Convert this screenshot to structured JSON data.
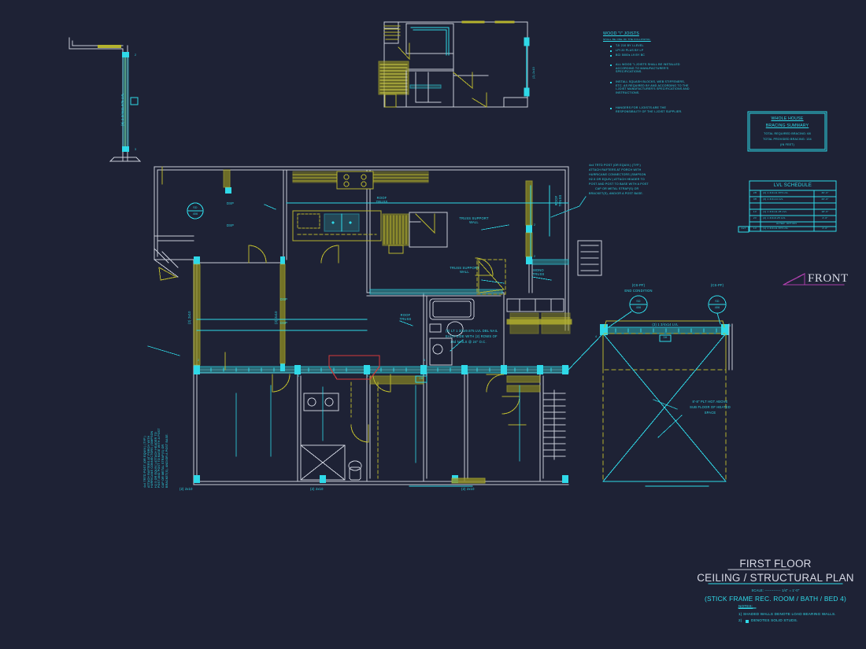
{
  "drawing": {
    "background_color": "#1e2235",
    "accent_cyan": "#2fd9e8",
    "accent_olive": "#b5b32e",
    "accent_white": "#c8ccd8",
    "accent_magenta": "#a83fa8",
    "accent_red": "#d63a3a"
  },
  "titleblock": {
    "line1": "FIRST FLOOR",
    "line2": "CEILING / STRUCTURAL PLAN",
    "scale": "SCALE: ------------- 1/4\" = 1'-0\"",
    "subtitle": "(STICK FRAME REC. ROOM / BATH / BED 4)",
    "notes_heading": "NOTES:",
    "note1": "1) SHADED WALLS DENOTE LOAD BEARING WALLS.",
    "note2_prefix": "2)",
    "note2": "DENOTES SOLID STUDS."
  },
  "front_marker": {
    "label": "FRONT"
  },
  "wood_i_joists": {
    "heading": "WOOD \"I\" JOISTS",
    "subheading": "SHALL BE ONE OF THE FOLLOWING:",
    "bullets": [
      "TJI 210 BY I-LEVEL",
      "LPI 20 PLUS BY LP",
      "BCI 5000s L9 BY BC"
    ],
    "paragraphs": [
      "ALL WOOD \"I-JOISTS SHALL BE INSTALLED ACCORDING TO MANUFACTURER'S SPECIFICATIONS.",
      "INSTALL SQUASH BLOCKS, WEB STIFFENERS, ETC. AS REQUIRED BY AND ACCORDING TO THE I-JOIST MANUFACTURER'S SPECIFICATIONS AND INSTRUCTIONS.",
      "HANGERS FOR I-JOISTS ARE THE RESPONSIBILITY OF THE I-JOIST SUPPLIER."
    ]
  },
  "bracing_summary": {
    "title_line1": "WHOLE HOUSE",
    "title_line2": "BRACING SUMMARY",
    "required": "TOTAL REQUIRED BRACING: 68",
    "provided": "TOTAL PROVIDED BRACING: 134",
    "units": "(IN FEET)"
  },
  "lvl_schedule": {
    "title": "LVL SCHEDULE",
    "rows": [
      {
        "mark": "2H",
        "size": "(2) 1 3/4x11.875 LVL",
        "length": "30'-0\""
      },
      {
        "mark": "3H",
        "size": "(3) 1 3/4x14 LVL",
        "length": "20'-0\""
      },
      {
        "mark": "",
        "size": "",
        "length": ""
      },
      {
        "mark": "1V",
        "size": "(1) 1 3/4x11.25 LVL",
        "length": "18'-0\""
      },
      {
        "mark": "2V",
        "size": "(2) 1 3/4x9.25 LVL",
        "length": "4'-0\""
      },
      {
        "mark": "",
        "size": "ALTER. OPTION",
        "length": ""
      },
      {
        "mark": "1V",
        "size": "(1) 1 3/4x11.875 LVL",
        "length": "4'-0\""
      }
    ],
    "alt_tag": "ALT"
  },
  "annotations": {
    "post_note": [
      "4x4 TRTD POST (OR EQUIV.) (TYP.)",
      "ATTACH RAFTERS AT PORCH WITH",
      "HURRICANE CONNECTORS (SIMPSON",
      "H2.5 OR EQUIV.) ATTACH HEADER TO",
      "POST AND POST TO BASE WITH A POST",
      "CAP OR METAL STRAP(S) OR",
      "BRACKET(S), AND/OR A POST BASE."
    ],
    "lvl_nail_note": [
      "(5) LT 1 3/4x9.875 LVL DBL NAIL",
      "EACH SIDE WITH (2) ROWS OF",
      "16d NAILS @ 24\" O.C."
    ],
    "plate_height_note": [
      "8'-8\" PLT HGT ABOVE",
      "SUB FLOOR OF HEATED",
      "SPACE"
    ],
    "end_condition": {
      "line1": "(CS-PF)",
      "line2": "END CONDITION"
    },
    "end_condition_right": {
      "line1": "(CS-PF)"
    },
    "truss_support_wall_1": "TRUSS SUPPORT\nWALL",
    "truss_support_wall_2": "TRUSS SUPPORT\nWALL",
    "mono_truss": "MONO\nTRUSS",
    "roof_truss_1": "ROOF\nTRUSS",
    "roof_truss_2": "ROOF\nTRUSS",
    "roof_truss_3": "ROOF\nTRUSS",
    "lvl_header_right": "(3) 1 3/4x14 LVL",
    "lvl_left_detail": "(5) 1 3/4x11.875 LVL",
    "dsp_tags": [
      "DSP",
      "DSP",
      "DSP",
      "DSP"
    ],
    "dim_2x10_a": "(2) 2x10",
    "dim_2x10_b": "(2) 2x10",
    "dim_2x10_c": "(2) 2x10",
    "dim_2x10_d": "(2) 2x10",
    "dim_2x10_e": "(2) 2x10",
    "rotated_post_note": "4x4 TRTD POST (OR EQUIV.) (TYP.)\nATTACH RAFTERS AT PORCH WITH\nHURRICANE CONNECTORS (SIMPSON\nH2.5 OR EQUIV.) ATTACH HEADER TO\nPOST AND POST TO BASE WITH A POST\nCAP OR METAL STRAP(S) OR\nBRACKET(S), AND/OR A POST BASE."
  },
  "detail_bubbles": [
    {
      "top": "SD",
      "bottom": "406"
    },
    {
      "top": "SD",
      "bottom": "406"
    },
    {
      "top": "SD",
      "bottom": "406"
    }
  ],
  "mark_tags": {
    "h2": "2H",
    "h3": "3H",
    "v1": "1V",
    "beam_marks": [
      "2",
      "3",
      "4",
      "5",
      "2",
      "2",
      "3",
      "4",
      "5",
      "2",
      "3"
    ]
  }
}
